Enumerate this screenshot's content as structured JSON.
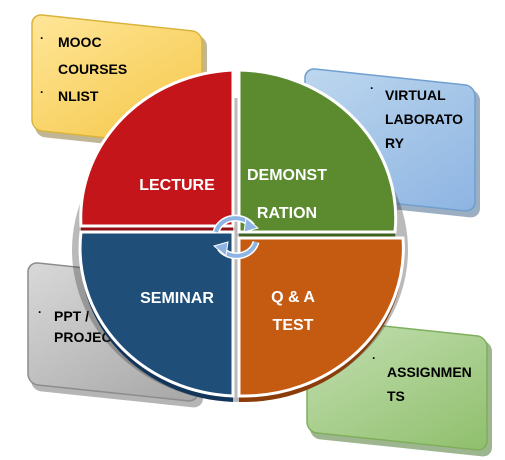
{
  "colors": {
    "lecture": "#c4151b",
    "demonstration": "#5b8a2f",
    "seminar": "#1f4e79",
    "qa_test": "#c55a11",
    "box_yellow": "#ffd966",
    "box_blue": "#9dc3e6",
    "box_gray": "#bfbfbf",
    "box_green": "#a9d18e"
  },
  "quadrants": {
    "lecture": {
      "line1": "LECTURE"
    },
    "demonstration": {
      "line1": "DEMONST",
      "line2": "RATION"
    },
    "seminar": {
      "line1": "SEMINAR"
    },
    "qa_test": {
      "line1": "Q & A",
      "line2": "TEST"
    }
  },
  "boxes": {
    "top_left": {
      "bullet1": "MOOC",
      "bullet1b": "COURSES",
      "bullet2": "NLIST"
    },
    "top_right": {
      "line1": "VIRTUAL",
      "line2": "LABORATO",
      "line3": "RY"
    },
    "bottom_left": {
      "line1": "PPT /",
      "line2": "PROJECT"
    },
    "bottom_right": {
      "line1": "ASSIGNMEN",
      "line2": "TS"
    }
  },
  "center_icon": "cycle-arrows-icon"
}
